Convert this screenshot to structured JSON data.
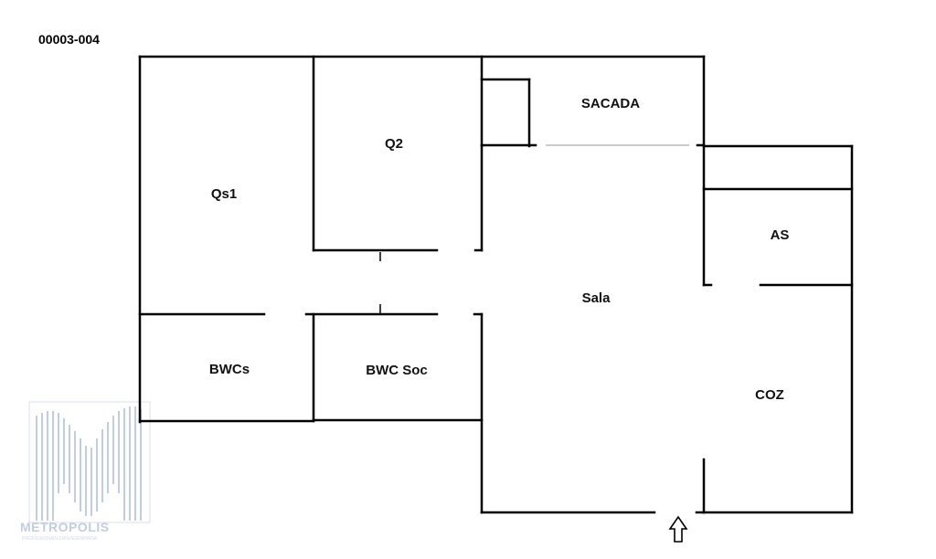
{
  "plan": {
    "code": "00003-004",
    "rooms": {
      "qs1": "Qs1",
      "q2": "Q2",
      "sacada": "SACADA",
      "as": "AS",
      "sala": "Sala",
      "bwcs": "BWCs",
      "bwc_soc": "BWC Soc",
      "coz": "COZ"
    },
    "entrance_icon": "up-arrow-icon"
  },
  "logo": {
    "name": "METROPOLIS",
    "tagline": "PROFISSIONAIS EM ENGENHARIA",
    "color": "#b7c6dc"
  },
  "colors": {
    "wall": "#000000",
    "background": "#ffffff"
  }
}
